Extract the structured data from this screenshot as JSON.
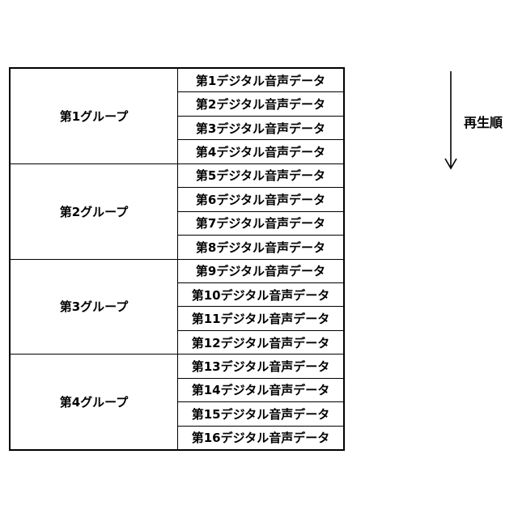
{
  "groups": [
    {
      "label": "第1グループ",
      "items": [
        "第1デジタル音声データ",
        "第2デジタル音声データ",
        "第3デジタル音声データ",
        "第4デジタル音声データ"
      ]
    },
    {
      "label": "第2グループ",
      "items": [
        "第5デジタル音声データ",
        "第6デジタル音声データ",
        "第7デジタル音声データ",
        "第8デジタル音声データ"
      ]
    },
    {
      "label": "第3グループ",
      "items": [
        "第9デジタル音声データ",
        "第10デジタル音声データ",
        "第11デジタル音声データ",
        "第12デジタル音声データ"
      ]
    },
    {
      "label": "第4グループ",
      "items": [
        "第13デジタル音声データ",
        "第14デジタル音声データ",
        "第15デジタル音声データ",
        "第16デジタル音声データ"
      ]
    }
  ],
  "order_label": "再生順",
  "arrow_icon": "arrow-down-icon"
}
